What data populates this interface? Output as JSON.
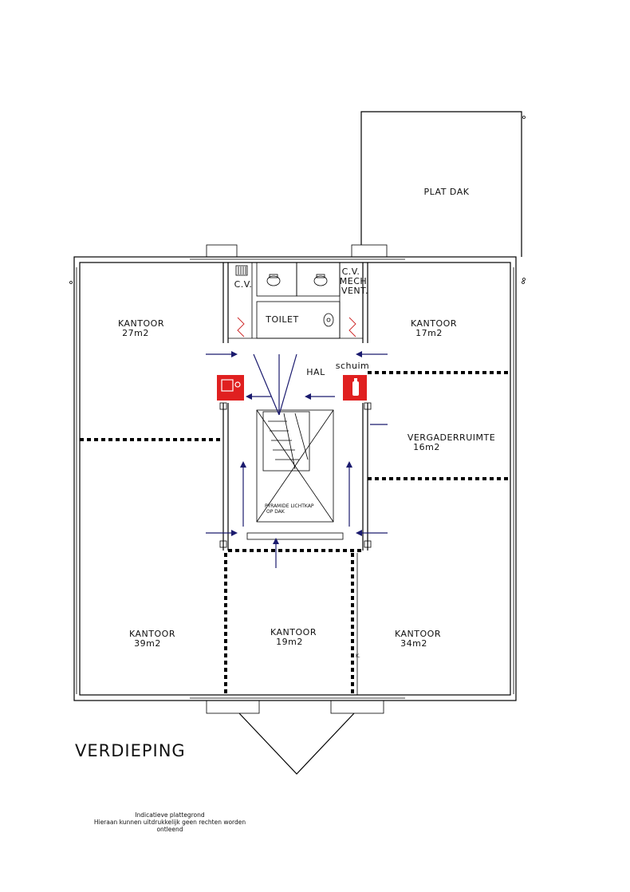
{
  "plan": {
    "title": "VERDIEPING",
    "disclaimer": [
      "Indicatieve plattegrond",
      "Hieraan kunnen uitdrukkelijk geen rechten worden",
      "ontleend"
    ],
    "rooms": {
      "plat_dak": "PLAT DAK",
      "kantoor_nw": {
        "name": "KANTOOR",
        "area": "27m2"
      },
      "kantoor_ne": {
        "name": "KANTOOR",
        "area": "17m2"
      },
      "vergaderruimte": {
        "name": "VERGADERRUIMTE",
        "area": "16m2"
      },
      "kantoor_sw": {
        "name": "KANTOOR",
        "area": "39m2"
      },
      "kantoor_s": {
        "name": "KANTOOR",
        "area": "19m2"
      },
      "kantoor_se": {
        "name": "KANTOOR",
        "area": "34m2"
      },
      "toilet": "TOILET",
      "hal": "HAL",
      "cv": "C.V.",
      "cv_mech_1": "C.V.",
      "cv_mech_2": "MECH",
      "cv_mech_3": "VENT."
    },
    "labels": {
      "schuim": "schuim",
      "lightkap_1": "PYRAMIDE LICHTKAP",
      "lightkap_2": "OP DAK",
      "k": "K."
    },
    "colors": {
      "fire_equipment": "#e02020",
      "escape_arrows": "#1a1a6e",
      "fire_rated_doors": "#cc2222"
    }
  }
}
